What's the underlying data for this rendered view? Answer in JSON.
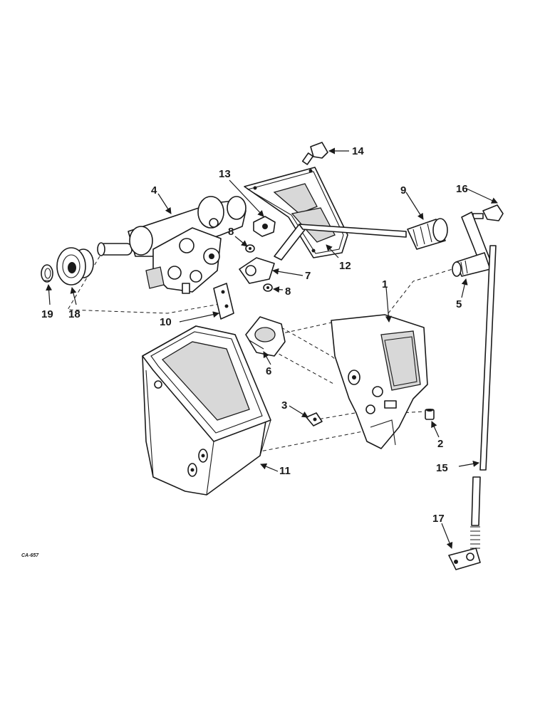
{
  "diagram": {
    "drawing_code": "CA-657",
    "callouts": {
      "c1": "1",
      "c2": "2",
      "c3": "3",
      "c4": "4",
      "c5": "5",
      "c6": "6",
      "c7": "7",
      "c8a": "8",
      "c8b": "8",
      "c9": "9",
      "c10": "10",
      "c11": "11",
      "c12": "12",
      "c13": "13",
      "c14": "14",
      "c15": "15",
      "c16": "16",
      "c17": "17",
      "c18": "18",
      "c19": "19"
    }
  }
}
